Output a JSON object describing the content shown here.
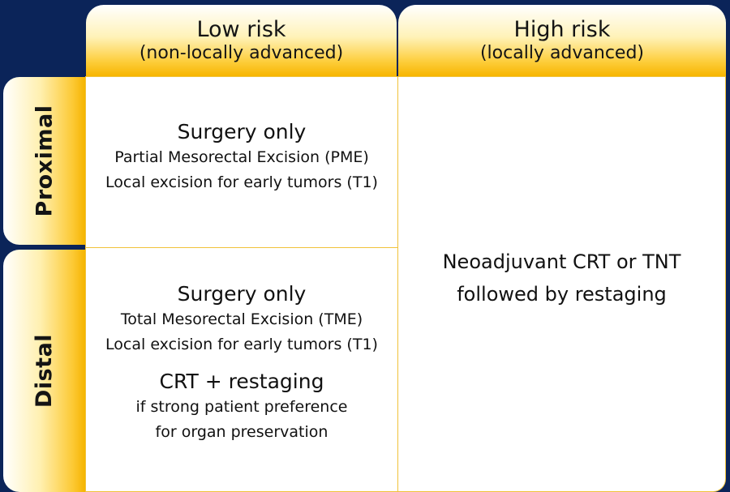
{
  "columns": {
    "low": {
      "title": "Low risk",
      "subtitle": "(non-locally advanced)"
    },
    "high": {
      "title": "High risk",
      "subtitle": "(locally advanced)"
    }
  },
  "rows": {
    "proximal": "Proximal",
    "distal": "Distal"
  },
  "cells": {
    "proximal_low": {
      "heading": "Surgery only",
      "lines": [
        "Partial Mesorectal Excision (PME)",
        "Local excision for early tumors (T1)"
      ]
    },
    "distal_low": {
      "heading": "Surgery only",
      "lines": [
        "Total Mesorectal Excision (TME)",
        "Local excision for early tumors (T1)"
      ],
      "heading2": "CRT + restaging",
      "lines2": [
        "if strong patient preference",
        "for organ preservation"
      ]
    },
    "high": {
      "lines": [
        "Neoadjuvant CRT or TNT",
        "followed by restaging"
      ]
    }
  },
  "colors": {
    "background": "#0b2459",
    "header_gold": "#f7b500",
    "cell_border": "#f1c23a"
  }
}
